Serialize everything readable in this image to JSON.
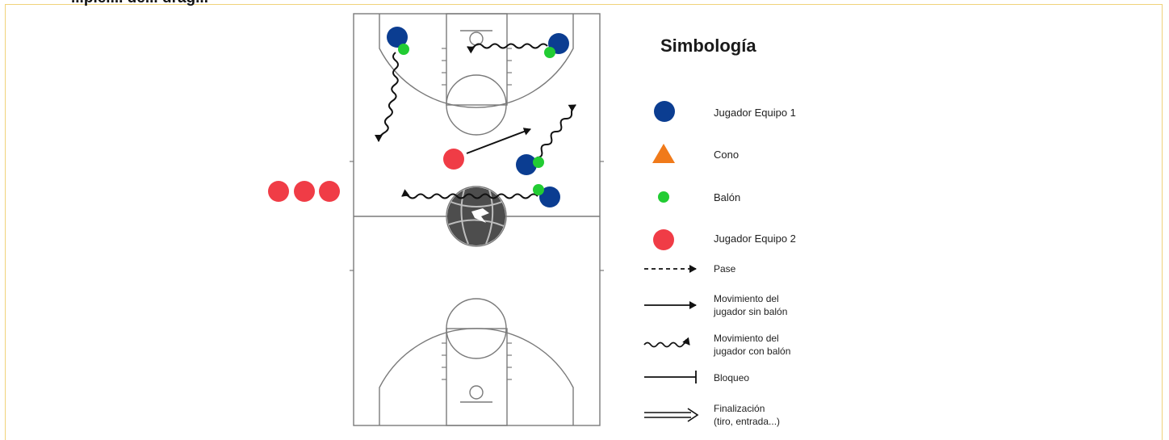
{
  "header_title": "...piel... de... drag...",
  "legend": {
    "title": "Simbología",
    "items": [
      {
        "label": "Jugador Equipo 1",
        "symbol": "blue-circle"
      },
      {
        "label": "Cono",
        "symbol": "orange-triangle"
      },
      {
        "label": "Balón",
        "symbol": "green-dot"
      },
      {
        "label": "Jugador Equipo 2",
        "symbol": "red-circle"
      },
      {
        "label": "Pase",
        "symbol": "dashed-arrow"
      },
      {
        "label_line1": "Movimiento del",
        "label_line2": "jugador sin balón",
        "symbol": "solid-arrow"
      },
      {
        "label_line1": "Movimiento del",
        "label_line2": "jugador con balón",
        "symbol": "wavy-arrow"
      },
      {
        "label": "Bloqueo",
        "symbol": "block-line"
      },
      {
        "label_line1": "Finalización",
        "label_line2": "(tiro, entrada...)",
        "symbol": "double-arrow"
      }
    ]
  },
  "colors": {
    "team1": "#0b3d91",
    "team2": "#f03c46",
    "ball": "#22cc33",
    "cone": "#f07a1a",
    "court_line": "#7a7a7a",
    "frame": "#f0d27a"
  }
}
